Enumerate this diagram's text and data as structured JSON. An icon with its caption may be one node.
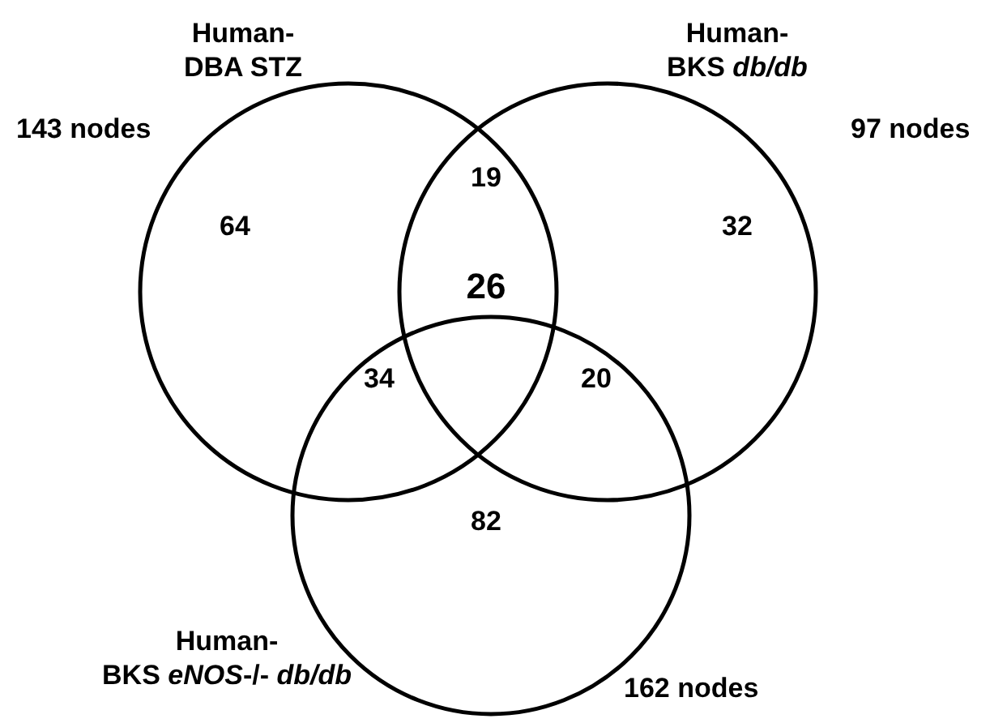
{
  "diagram": {
    "nodes": [
      {
        "text": [
          "Human- DBA STZ"
        ],
        "beside": [
          "143 nodes"
        ]
      },
      {
        "text": [
          "Human- BKS *db/db*"
        ],
        "beside": [
          "97 nodes"
        ]
      },
      {
        "text": [
          "Human- BKS *eNOS*-/- *db/db*"
        ],
        "beside": [
          "162 nodes"
        ]
      }
    ],
    "edges": [],
    "labels": [
      "64",
      "19",
      "32",
      "26",
      "34",
      "20",
      "82"
    ]
  }
}
